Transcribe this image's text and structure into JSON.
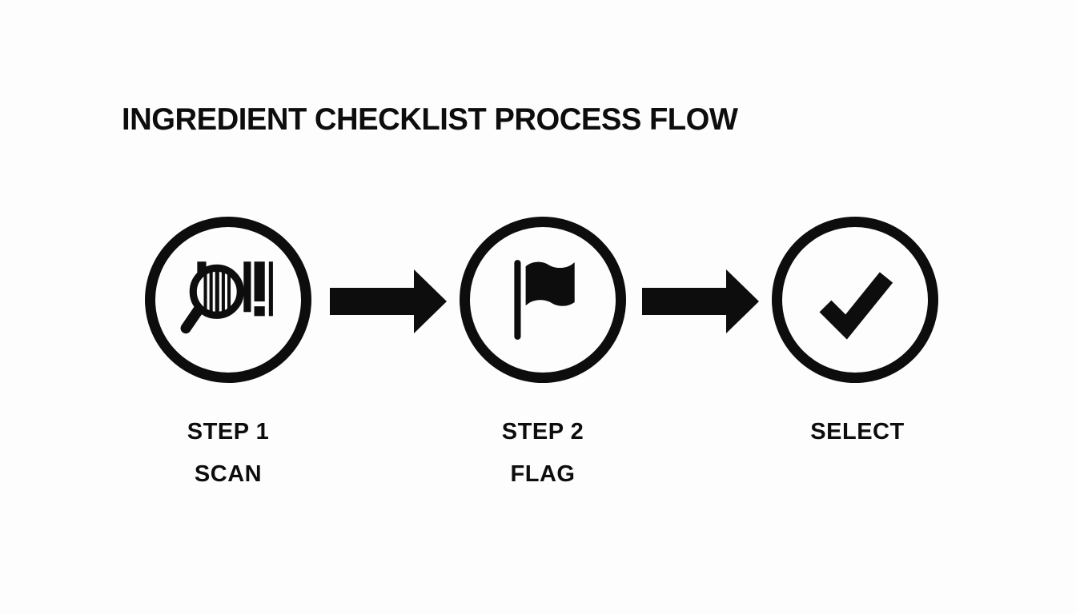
{
  "title": "INGREDIENT CHECKLIST PROCESS FLOW",
  "colors": {
    "background": "#fdfdfd",
    "ink": "#0d0d0d"
  },
  "flow": {
    "nodes": [
      {
        "step_label": "STEP 1",
        "action_label": "SCAN",
        "icon": "barcode-scan-icon"
      },
      {
        "step_label": "STEP 2",
        "action_label": "FLAG",
        "icon": "flag-icon"
      },
      {
        "step_label": "SELECT",
        "action_label": "",
        "icon": "checkmark-icon"
      }
    ],
    "connectors": [
      {
        "icon": "arrow-right-icon"
      },
      {
        "icon": "arrow-right-icon"
      }
    ]
  }
}
